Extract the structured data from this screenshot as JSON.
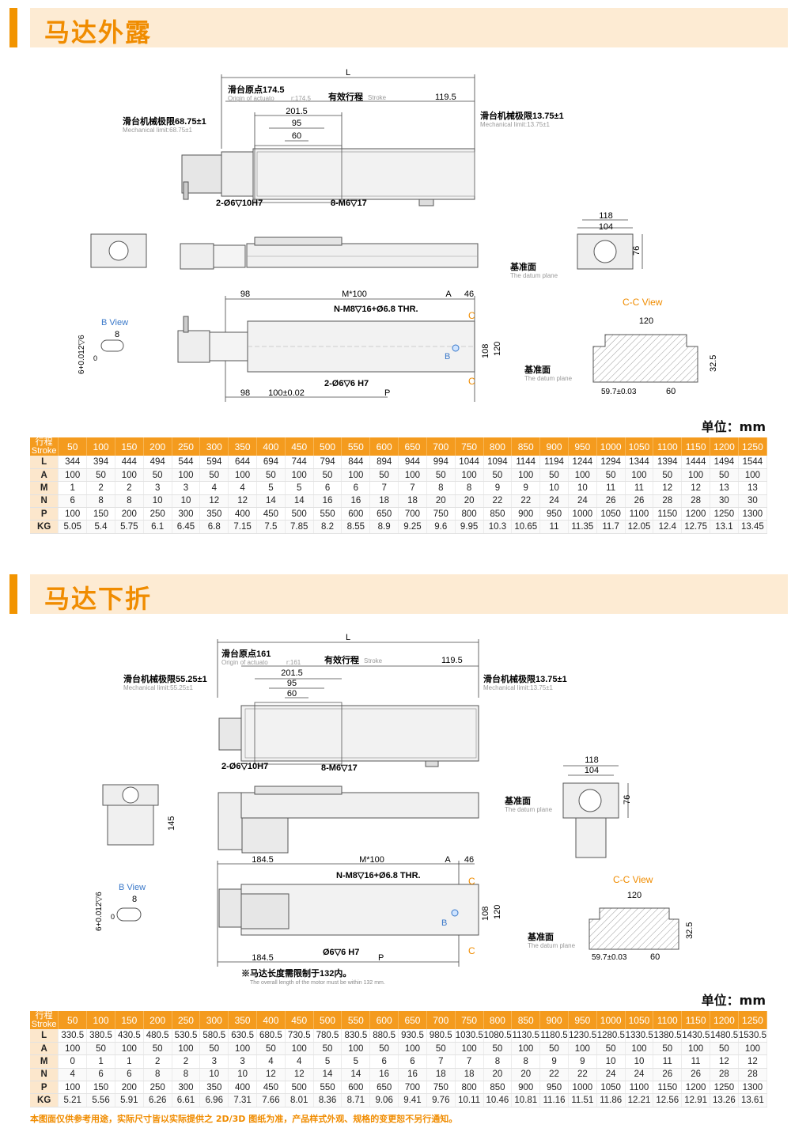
{
  "section1": {
    "title": "马达外露",
    "unit": "单位：mm",
    "dims": {
      "L": "L",
      "origin_cn": "滑台原点174.5",
      "origin_en": "Origin of actuato",
      "origin_r": "r:174.5",
      "stroke_cn": "有效行程",
      "stroke_en": "Stroke",
      "d119": "119.5",
      "d2015": "201.5",
      "d95": "95",
      "d60": "60",
      "mech_left_cn": "滑台机械极限68.75±1",
      "mech_left_en": "Mechanical limit:68.75±1",
      "mech_right_cn": "滑台机械极限13.75±1",
      "mech_right_en": "Mechanical limit:13.75±1",
      "hole1": "2-Ø6▽10H7",
      "hole2": "8-M6▽17",
      "d118": "118",
      "d104": "104",
      "d76": "76",
      "datum_cn": "基准面",
      "datum_en": "The datum plane",
      "d98": "98",
      "m100": "M*100",
      "dA": "A",
      "d46": "46",
      "nm8": "N-M8▽16+Ø6.8 THR.",
      "bview": "B View",
      "d8": "8",
      "tol": "6+0.012▽6",
      "tol0": "0",
      "cc": "C",
      "bb": "B",
      "d108": "108",
      "d120v": "120",
      "hole3": "2-Ø6▽6 H7",
      "d98b": "98",
      "d100": "100±0.02",
      "dP": "P",
      "ccview": "C-C View",
      "d120": "120",
      "d325": "32.5",
      "d597": "59.7±0.03",
      "d60b": "60"
    },
    "table": {
      "header_cn": "行程",
      "header_en": "Stroke",
      "strokes": [
        "50",
        "100",
        "150",
        "200",
        "250",
        "300",
        "350",
        "400",
        "450",
        "500",
        "550",
        "600",
        "650",
        "700",
        "750",
        "800",
        "850",
        "900",
        "950",
        "1000",
        "1050",
        "1100",
        "1150",
        "1200",
        "1250"
      ],
      "rows": [
        {
          "label": "L",
          "values": [
            "344",
            "394",
            "444",
            "494",
            "544",
            "594",
            "644",
            "694",
            "744",
            "794",
            "844",
            "894",
            "944",
            "994",
            "1044",
            "1094",
            "1144",
            "1194",
            "1244",
            "1294",
            "1344",
            "1394",
            "1444",
            "1494",
            "1544"
          ]
        },
        {
          "label": "A",
          "values": [
            "100",
            "50",
            "100",
            "50",
            "100",
            "50",
            "100",
            "50",
            "100",
            "50",
            "100",
            "50",
            "100",
            "50",
            "100",
            "50",
            "100",
            "50",
            "100",
            "50",
            "100",
            "50",
            "100",
            "50",
            "100"
          ]
        },
        {
          "label": "M",
          "values": [
            "1",
            "2",
            "2",
            "3",
            "3",
            "4",
            "4",
            "5",
            "5",
            "6",
            "6",
            "7",
            "7",
            "8",
            "8",
            "9",
            "9",
            "10",
            "10",
            "11",
            "11",
            "12",
            "12",
            "13",
            "13"
          ]
        },
        {
          "label": "N",
          "values": [
            "6",
            "8",
            "8",
            "10",
            "10",
            "12",
            "12",
            "14",
            "14",
            "16",
            "16",
            "18",
            "18",
            "20",
            "20",
            "22",
            "22",
            "24",
            "24",
            "26",
            "26",
            "28",
            "28",
            "30",
            "30"
          ]
        },
        {
          "label": "P",
          "values": [
            "100",
            "150",
            "200",
            "250",
            "300",
            "350",
            "400",
            "450",
            "500",
            "550",
            "600",
            "650",
            "700",
            "750",
            "800",
            "850",
            "900",
            "950",
            "1000",
            "1050",
            "1100",
            "1150",
            "1200",
            "1250",
            "1300"
          ]
        },
        {
          "label": "KG",
          "values": [
            "5.05",
            "5.4",
            "5.75",
            "6.1",
            "6.45",
            "6.8",
            "7.15",
            "7.5",
            "7.85",
            "8.2",
            "8.55",
            "8.9",
            "9.25",
            "9.6",
            "9.95",
            "10.3",
            "10.65",
            "11",
            "11.35",
            "11.7",
            "12.05",
            "12.4",
            "12.75",
            "13.1",
            "13.45"
          ]
        }
      ]
    }
  },
  "section2": {
    "title": "马达下折",
    "unit": "单位：mm",
    "dims": {
      "L": "L",
      "origin_cn": "滑台原点161",
      "origin_en": "Origin of actuato",
      "origin_r": "r:161",
      "stroke_cn": "有效行程",
      "stroke_en": "Stroke",
      "d119": "119.5",
      "d2015": "201.5",
      "d95": "95",
      "d60": "60",
      "mech_left_cn": "滑台机械极限55.25±1",
      "mech_left_en": "Mechanical limit:55.25±1",
      "mech_right_cn": "滑台机械极限13.75±1",
      "mech_right_en": "Mechanical limit:13.75±1",
      "hole1": "2-Ø6▽10H7",
      "hole2": "8-M6▽17",
      "d118": "118",
      "d104": "104",
      "d76": "76",
      "d145": "145",
      "datum_cn": "基准面",
      "datum_en": "The datum plane",
      "d1845": "184.5",
      "m100": "M*100",
      "dA": "A",
      "d46": "46",
      "nm8": "N-M8▽16+Ø6.8 THR.",
      "bview": "B View",
      "d8": "8",
      "tol": "6+0.012▽6",
      "tol0": "0",
      "cc": "C",
      "bb": "B",
      "d108": "108",
      "d120v": "120",
      "hole3": "Ø6▽6 H7",
      "d1845b": "184.5",
      "dP": "P",
      "note_cn": "※马达长度需限制于132内。",
      "note_en": "The overall length of the motor must be within 132 mm.",
      "ccview": "C-C View",
      "d120": "120",
      "d325": "32.5",
      "d597": "59.7±0.03",
      "d60b": "60"
    },
    "table": {
      "header": "行程 Stroke",
      "strokes": [
        "50",
        "100",
        "150",
        "200",
        "250",
        "300",
        "350",
        "400",
        "450",
        "500",
        "550",
        "600",
        "650",
        "700",
        "750",
        "800",
        "850",
        "900",
        "950",
        "1000",
        "1050",
        "1100",
        "1150",
        "1200",
        "1250"
      ],
      "rows": [
        {
          "label": "L",
          "values": [
            "330.5",
            "380.5",
            "430.5",
            "480.5",
            "530.5",
            "580.5",
            "630.5",
            "680.5",
            "730.5",
            "780.5",
            "830.5",
            "880.5",
            "930.5",
            "980.5",
            "1030.5",
            "1080.5",
            "1130.5",
            "1180.5",
            "1230.5",
            "1280.5",
            "1330.5",
            "1380.5",
            "1430.5",
            "1480.5",
            "1530.5"
          ]
        },
        {
          "label": "A",
          "values": [
            "100",
            "50",
            "100",
            "50",
            "100",
            "50",
            "100",
            "50",
            "100",
            "50",
            "100",
            "50",
            "100",
            "50",
            "100",
            "50",
            "100",
            "50",
            "100",
            "50",
            "100",
            "50",
            "100",
            "50",
            "100"
          ]
        },
        {
          "label": "M",
          "values": [
            "0",
            "1",
            "1",
            "2",
            "2",
            "3",
            "3",
            "4",
            "4",
            "5",
            "5",
            "6",
            "6",
            "7",
            "7",
            "8",
            "8",
            "9",
            "9",
            "10",
            "10",
            "11",
            "11",
            "12",
            "12"
          ]
        },
        {
          "label": "N",
          "values": [
            "4",
            "6",
            "6",
            "8",
            "8",
            "10",
            "10",
            "12",
            "12",
            "14",
            "14",
            "16",
            "16",
            "18",
            "18",
            "20",
            "20",
            "22",
            "22",
            "24",
            "24",
            "26",
            "26",
            "28",
            "28"
          ]
        },
        {
          "label": "P",
          "values": [
            "100",
            "150",
            "200",
            "250",
            "300",
            "350",
            "400",
            "450",
            "500",
            "550",
            "600",
            "650",
            "700",
            "750",
            "800",
            "850",
            "900",
            "950",
            "1000",
            "1050",
            "1100",
            "1150",
            "1200",
            "1250",
            "1300"
          ]
        },
        {
          "label": "KG",
          "values": [
            "5.21",
            "5.56",
            "5.91",
            "6.26",
            "6.61",
            "6.96",
            "7.31",
            "7.66",
            "8.01",
            "8.36",
            "8.71",
            "9.06",
            "9.41",
            "9.76",
            "10.11",
            "10.46",
            "10.81",
            "11.16",
            "11.51",
            "11.86",
            "12.21",
            "12.56",
            "12.91",
            "13.26",
            "13.61"
          ]
        }
      ]
    }
  },
  "footer": "本图面仅供参考用途，实际尺寸皆以实际提供之 2D/3D 图纸为准，产品样式外观、规格的变更恕不另行通知。"
}
